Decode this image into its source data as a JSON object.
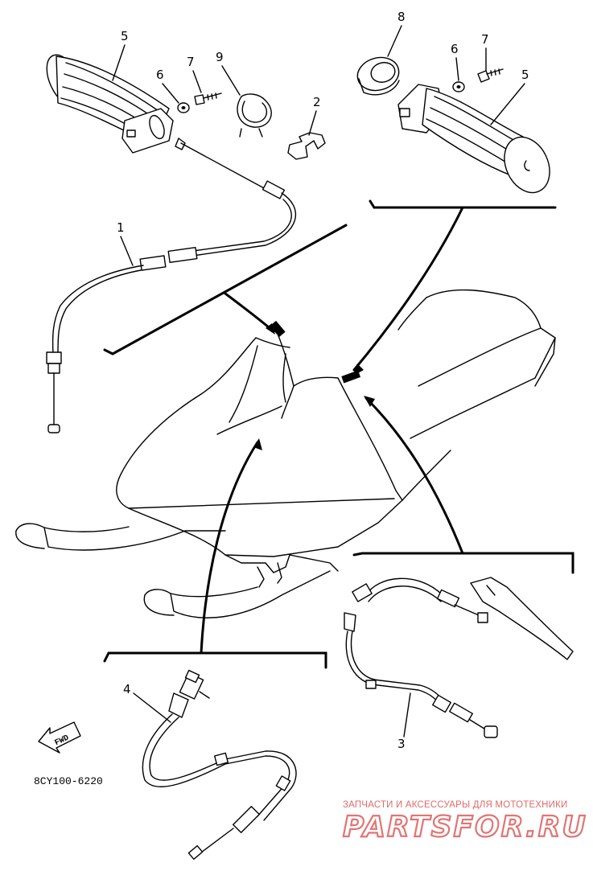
{
  "callouts": {
    "grip_left": "5",
    "washer_left": "6",
    "screw_left": "7",
    "clip": "9",
    "bracket": "2",
    "collar": "8",
    "washer_right": "6",
    "screw_right": "7",
    "grip_right": "5",
    "throttle_cable": "1",
    "speedometer_cable": "4",
    "brake_cable": "3"
  },
  "diagram_code": "8CY100-6220",
  "fwd_label": "FWD",
  "watermark": {
    "tagline": "ЗАПЧАСТИ И АКСЕССУАРЫ ДЛЯ МОТОТЕХНИКИ",
    "brand": "PARTSFOR.RU"
  }
}
